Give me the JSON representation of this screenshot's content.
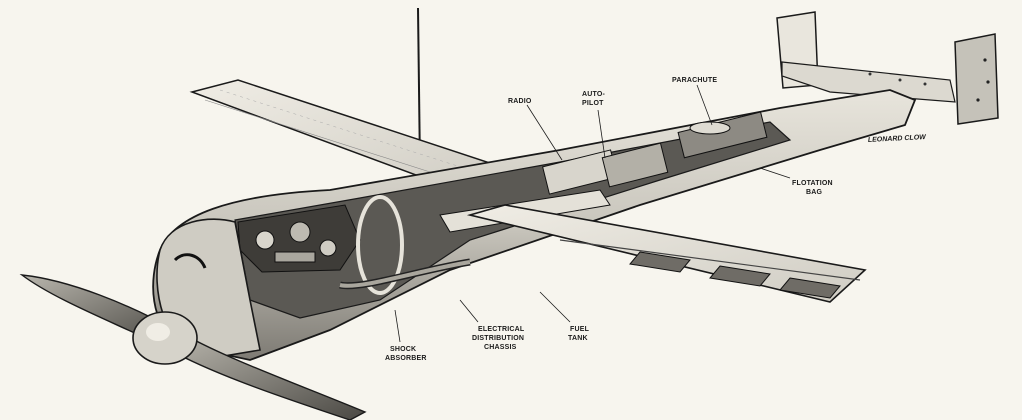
{
  "labels": {
    "radio": "RADIO",
    "auto_pilot_1": "AUTO-",
    "auto_pilot_2": "PILOT",
    "parachute": "PARACHUTE",
    "flotation_1": "FLOTATION",
    "flotation_2": "BAG",
    "shock_1": "SHOCK",
    "shock_2": "ABSORBER",
    "elec_1": "ELECTRICAL",
    "elec_2": "DISTRIBUTION",
    "elec_3": "CHASSIS",
    "fuel_1": "FUEL",
    "fuel_2": "TANK",
    "signature": "LEONARD CLOW"
  },
  "colors": {
    "ink": "#1a1a1a",
    "paper": "#f7f5ee",
    "shade": "#9a978f",
    "light": "#dedbd2"
  }
}
